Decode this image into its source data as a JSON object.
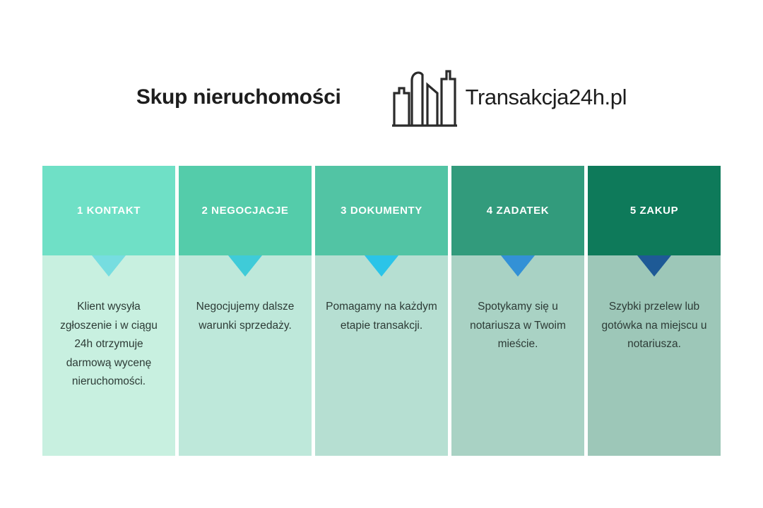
{
  "header": {
    "headline": "Skup nieruchomości",
    "brand_name": "Transakcja24h.pl",
    "logo_icon": "city-skyline-icon",
    "text_color": "#1d1d1d"
  },
  "steps": [
    {
      "label": "1 KONTAKT",
      "number": "1",
      "name": "KONTAKT",
      "text": "Klient wysyła zgłoszenie i w ciągu 24h otrzymuje darmową wycenę nieruchomości.",
      "head_color": "#6FE0C6",
      "body_color": "#C8F0E0",
      "arrow_color": "#76DDE0"
    },
    {
      "label": "2 NEGOCJACJE",
      "number": "2",
      "name": "NEGOCJACJE",
      "text": "Negocjujemy dalsze warunki sprzedaży.",
      "head_color": "#54CCAA",
      "body_color": "#BEE8DA",
      "arrow_color": "#3FCBD8"
    },
    {
      "label": "3 DOKUMENTY",
      "number": "3",
      "name": "DOKUMENTY",
      "text": "Pomagamy na każdym etapie transakcji.",
      "head_color": "#52C4A4",
      "body_color": "#B6DFD2",
      "arrow_color": "#2BC4E8"
    },
    {
      "label": "4 ZADATEK",
      "number": "4",
      "name": "ZADATEK",
      "text": "Spotykamy się u notariusza w Twoim mieście.",
      "head_color": "#329B7C",
      "body_color": "#A9D2C4",
      "arrow_color": "#3391D6"
    },
    {
      "label": "5 ZAKUP",
      "number": "5",
      "name": "ZAKUP",
      "text": "Szybki przelew lub gotówka na miejscu u notariusza.",
      "head_color": "#0E7A5A",
      "body_color": "#9DC7B8",
      "arrow_color": "#1E5A96"
    }
  ],
  "canvas": {
    "background": "#ffffff"
  }
}
